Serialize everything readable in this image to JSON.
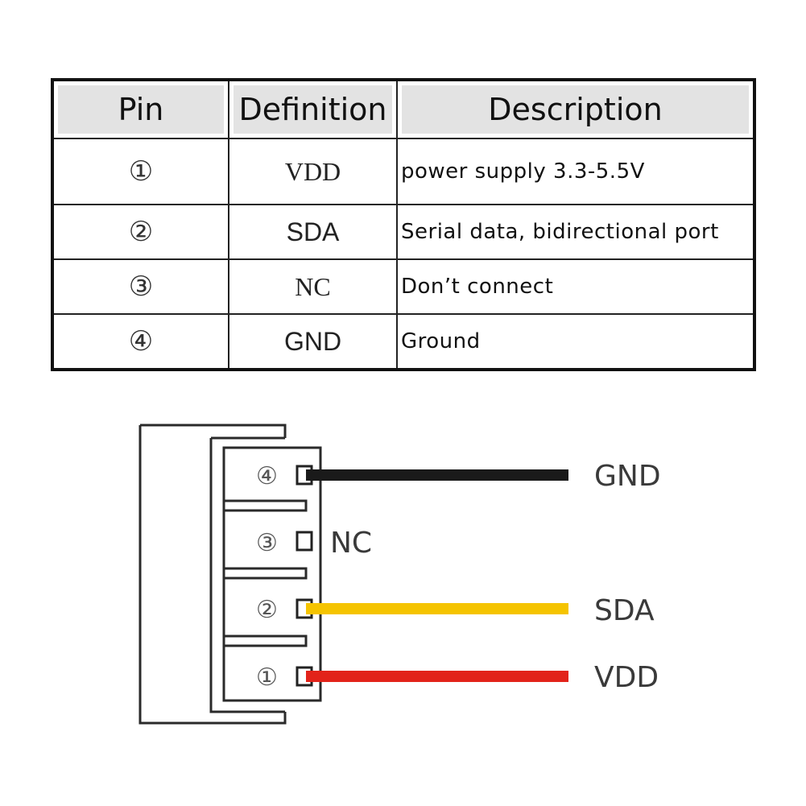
{
  "table": {
    "headers": {
      "pin": "Pin",
      "definition": "Definition",
      "description": "Description"
    },
    "rows": [
      {
        "pin": "①",
        "definition": "VDD",
        "description": "power supply 3.3-5.5V"
      },
      {
        "pin": "②",
        "definition": "SDA",
        "description": "Serial data, bidirectional port"
      },
      {
        "pin": "③",
        "definition": "NC",
        "description": "Don’t connect"
      },
      {
        "pin": "④",
        "definition": "GND",
        "description": "Ground"
      }
    ]
  },
  "connector": {
    "pins": [
      {
        "number": "④",
        "label": "GND",
        "wire_color": "#1a1a1a"
      },
      {
        "number": "③",
        "label": "NC",
        "wire_color": null
      },
      {
        "number": "②",
        "label": "SDA",
        "wire_color": "#f5c400"
      },
      {
        "number": "①",
        "label": "VDD",
        "wire_color": "#e2231a"
      }
    ]
  }
}
